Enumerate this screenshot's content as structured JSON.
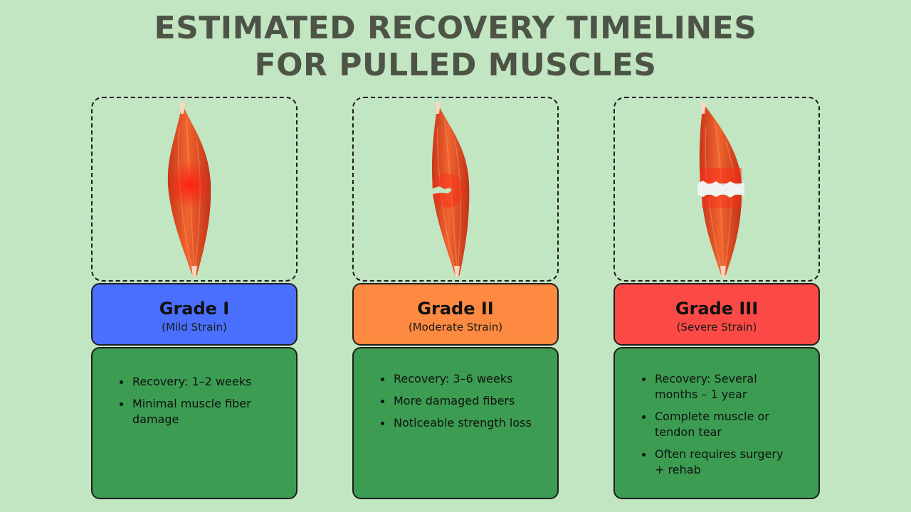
{
  "title": {
    "line1": "ESTIMATED RECOVERY TIMELINES",
    "line2": "FOR PULLED MUSCLES"
  },
  "colors": {
    "background": "#c2e5c2",
    "grade1": "#4a6ffc",
    "grade2": "#fd8a40",
    "grade3": "#fb4a45",
    "info": "#3b9c52",
    "muscle": "#e8512a",
    "injury": "#ff2a1a"
  },
  "grades": [
    {
      "name": "Grade I",
      "subtitle": "(Mild Strain)",
      "illustration": "muscle-bruise-icon",
      "items": [
        "Recovery: 1–2 weeks",
        "Minimal muscle fiber damage"
      ]
    },
    {
      "name": "Grade II",
      "subtitle": "(Moderate Strain)",
      "illustration": "muscle-partial-tear-icon",
      "items": [
        "Recovery: 3–6 weeks",
        "More damaged fibers",
        "Noticeable strength loss"
      ]
    },
    {
      "name": "Grade III",
      "subtitle": "(Severe Strain)",
      "illustration": "muscle-full-tear-icon",
      "items": [
        "Recovery: Several months – 1 year",
        "Complete muscle or tendon tear",
        "Often requires surgery + rehab"
      ]
    }
  ]
}
